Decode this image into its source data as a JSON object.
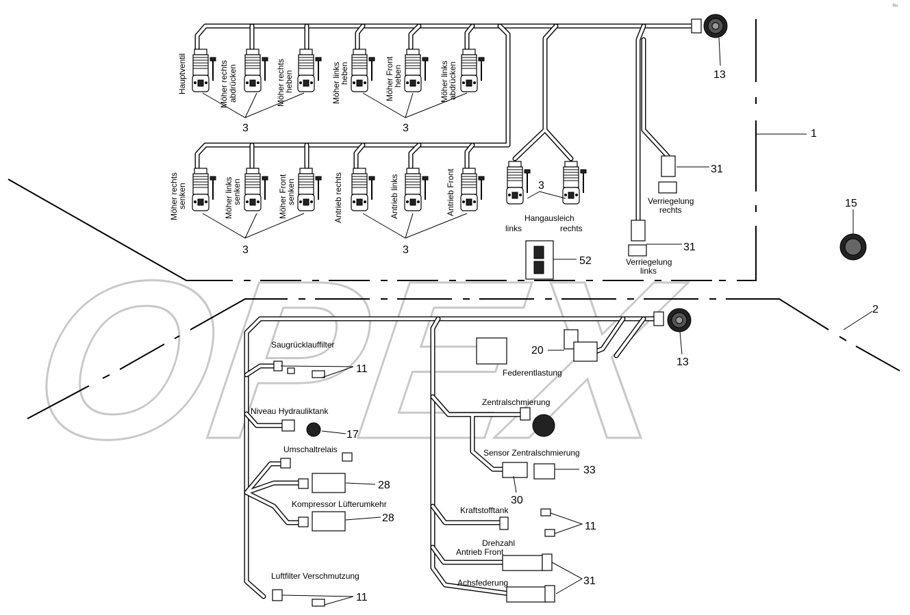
{
  "watermark": "OPEX",
  "corner_mark": "ᴿᵒ",
  "labels": {
    "hauptventil": "Hauptventil",
    "moeher_rechts_abdruecken": [
      "Möher rechts",
      "abdrücken"
    ],
    "moeher_rechts_heben": [
      "Möher rechts",
      "heben"
    ],
    "moeher_links_heben": [
      "Möher links",
      "heben"
    ],
    "moeher_front_heben": [
      "Möher Front",
      "heben"
    ],
    "moeher_links_abdruecken": [
      "Möher links",
      "abdrücken"
    ],
    "moeher_rechts_senken": [
      "Möher rechts",
      "senken"
    ],
    "moeher_links_senken": [
      "Möher links",
      "senken"
    ],
    "moeher_front_senken": [
      "Möher Front",
      "senken"
    ],
    "antrieb_rechts": "Antrieb rechts",
    "antrieb_links": "Antrieb links",
    "antrieb_front": "Antrieb Front",
    "hangausgleich": "Hangausleich",
    "hang_links": "links",
    "hang_rechts": "rechts",
    "verriegelung_rechts": [
      "Verriegelung",
      "rechts"
    ],
    "verriegelung_links": [
      "Verriegelung",
      "links"
    ],
    "saugruecklauffilter": "Saugrücklauffilter",
    "niveau_hydrauliktank": "Niveau Hydrauliktank",
    "umschaltrelais": "Umschaltrelais",
    "kompressor_luefterumkehr": "Kompressor Lüfterumkehr",
    "luftfilter_verschmutzung": "Luftfilter Verschmutzung",
    "federentlastung": "Federentlastung",
    "zentralschmierung": "Zentralschmierung",
    "sensor_zentralschmierung": "Sensor Zentralschmierung",
    "kraftstofftank": "Kraftstofftank",
    "drehzahl_antrieb_front": [
      "Drehzahl",
      "Antrieb Front"
    ],
    "achsfederung": "Achsfederung"
  },
  "callouts": {
    "n1": "1",
    "n2": "2",
    "n3_a": "3",
    "n3_b": "3",
    "n3_c": "3",
    "n3_d": "3",
    "n3_e": "3",
    "n11_a": "11",
    "n11_b": "11",
    "n11_c": "11",
    "n13_a": "13",
    "n13_b": "13",
    "n15": "15",
    "n17": "17",
    "n20": "20",
    "n28_a": "28",
    "n28_b": "28",
    "n30": "30",
    "n31_a": "31",
    "n31_b": "31",
    "n31_c": "31",
    "n33": "33",
    "n52": "52"
  }
}
